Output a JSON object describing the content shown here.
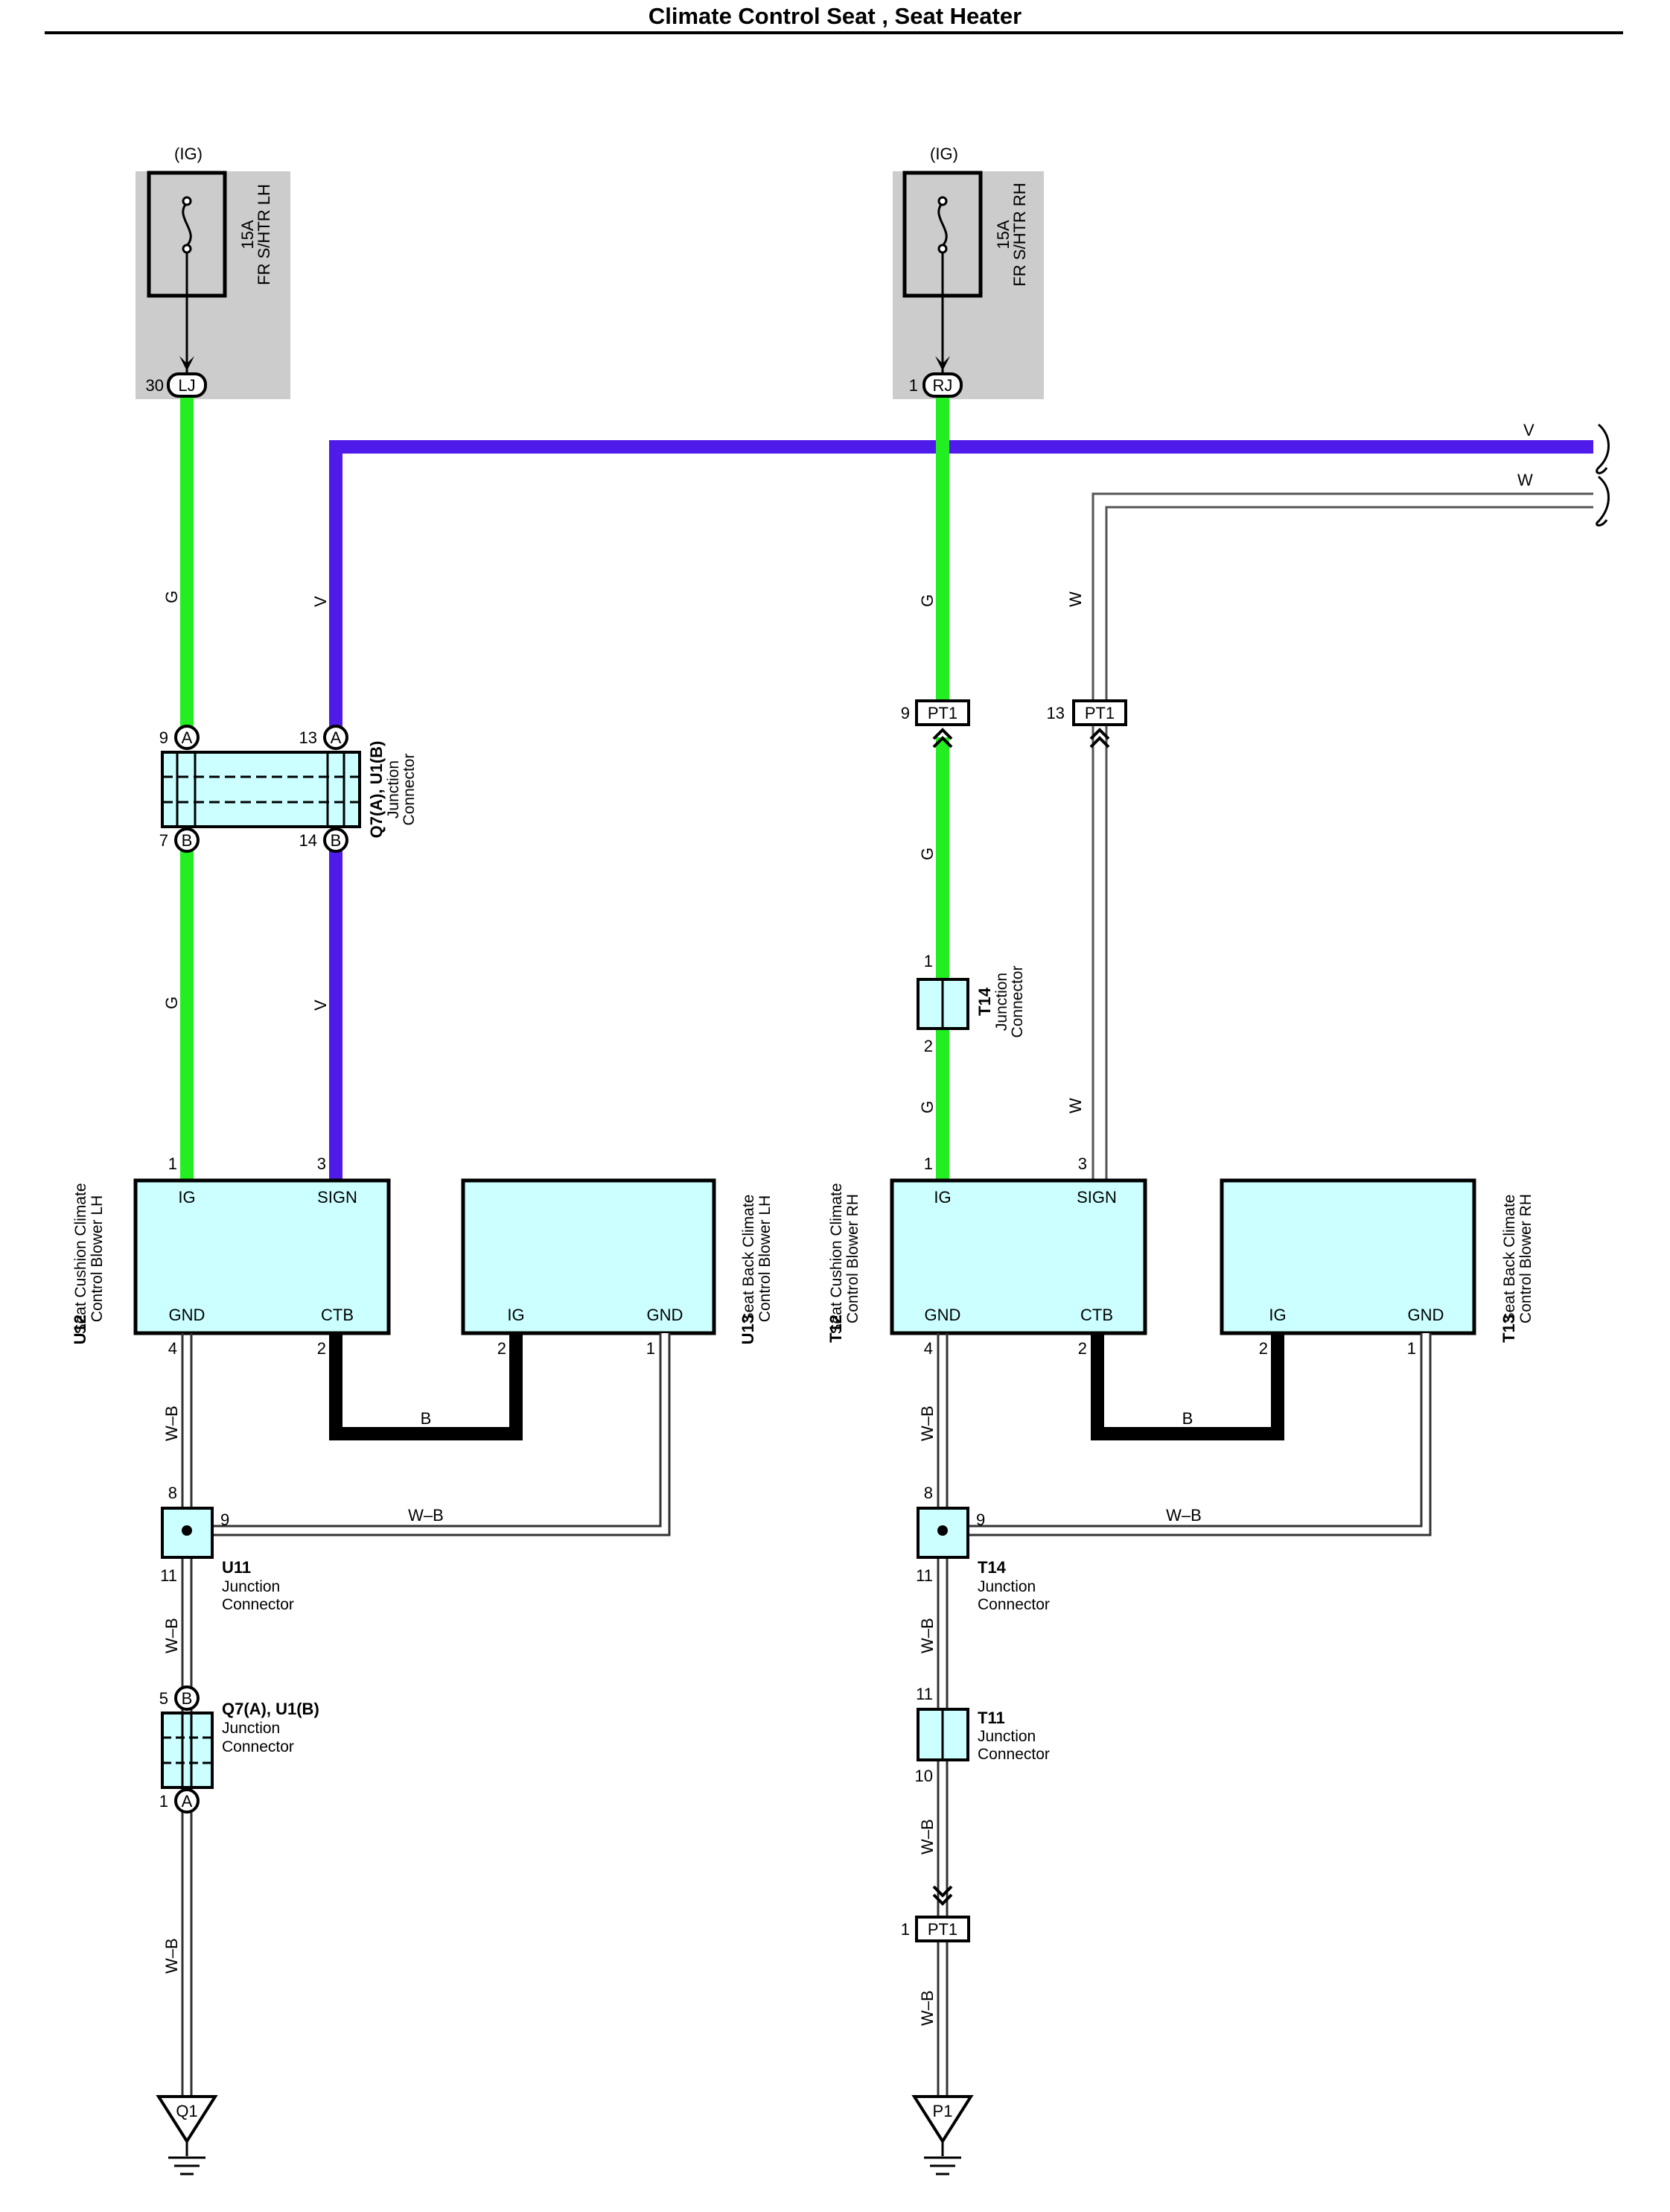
{
  "title": "Climate Control Seat , Seat Heater",
  "fuses": {
    "lh": {
      "power": "(IG)",
      "rating": "15A",
      "name": "FR S/HTR LH",
      "pin": "30",
      "connector": "LJ"
    },
    "rh": {
      "power": "(IG)",
      "rating": "15A",
      "name": "FR S/HTR RH",
      "pin": "1",
      "connector": "RJ"
    }
  },
  "wire_colors": {
    "G": "#22ee22",
    "V": "#4f1bea",
    "B": "#000000",
    "W-B": "#ffffff",
    "W": "#ffffff"
  },
  "wire_labels": {
    "g": "G",
    "v": "V",
    "w": "W",
    "b": "B",
    "wb": "W–B"
  },
  "left": {
    "jc1": {
      "id": "Q7(A), U1(B)",
      "desc1": "Junction",
      "desc2": "Connector",
      "pin_a1": "9",
      "pin_a2": "13",
      "pin_b1": "7",
      "pin_b2": "14",
      "conn_a": "A",
      "conn_b": "B"
    },
    "u12": {
      "id": "U12",
      "name1": "Seat Cushion Climate",
      "name2": "Control Blower LH",
      "ig": "IG",
      "sign": "SIGN",
      "gnd": "GND",
      "ctb": "CTB",
      "pin_ig": "1",
      "pin_sign": "3",
      "pin_gnd": "4",
      "pin_ctb": "2"
    },
    "u13": {
      "id": "U13",
      "name1": "Seat Back Climate",
      "name2": "Control Blower LH",
      "ig": "IG",
      "gnd": "GND",
      "pin_ig": "2",
      "pin_gnd": "1"
    },
    "u11": {
      "id": "U11",
      "desc1": "Junction",
      "desc2": "Connector",
      "pin_in": "8",
      "pin_side": "9",
      "pin_out": "11"
    },
    "jc2": {
      "id": "Q7(A), U1(B)",
      "desc1": "Junction",
      "desc2": "Connector",
      "pin_top": "5",
      "conn_top": "B",
      "pin_bot": "1",
      "conn_bot": "A"
    },
    "ground": "Q1"
  },
  "right": {
    "pt1_g": {
      "pin": "9",
      "name": "PT1"
    },
    "pt1_w": {
      "pin": "13",
      "name": "PT1"
    },
    "t14a": {
      "id": "T14",
      "desc1": "Junction",
      "desc2": "Connector",
      "pin_top": "1",
      "pin_bot": "2"
    },
    "t12": {
      "id": "T12",
      "name1": "Seat Cushion Climate",
      "name2": "Control Blower RH",
      "ig": "IG",
      "sign": "SIGN",
      "gnd": "GND",
      "ctb": "CTB",
      "pin_ig": "1",
      "pin_sign": "3",
      "pin_gnd": "4",
      "pin_ctb": "2"
    },
    "t13": {
      "id": "T13",
      "name1": "Seat Back Climate",
      "name2": "Control Blower RH",
      "ig": "IG",
      "gnd": "GND",
      "pin_ig": "2",
      "pin_gnd": "1"
    },
    "t14b": {
      "id": "T14",
      "desc1": "Junction",
      "desc2": "Connector",
      "pin_in": "8",
      "pin_side": "9",
      "pin_out": "11"
    },
    "t11": {
      "id": "T11",
      "desc1": "Junction",
      "desc2": "Connector",
      "pin_top": "11",
      "pin_bot": "10"
    },
    "pt1_gnd": {
      "pin": "1",
      "name": "PT1"
    },
    "ground": "P1"
  }
}
